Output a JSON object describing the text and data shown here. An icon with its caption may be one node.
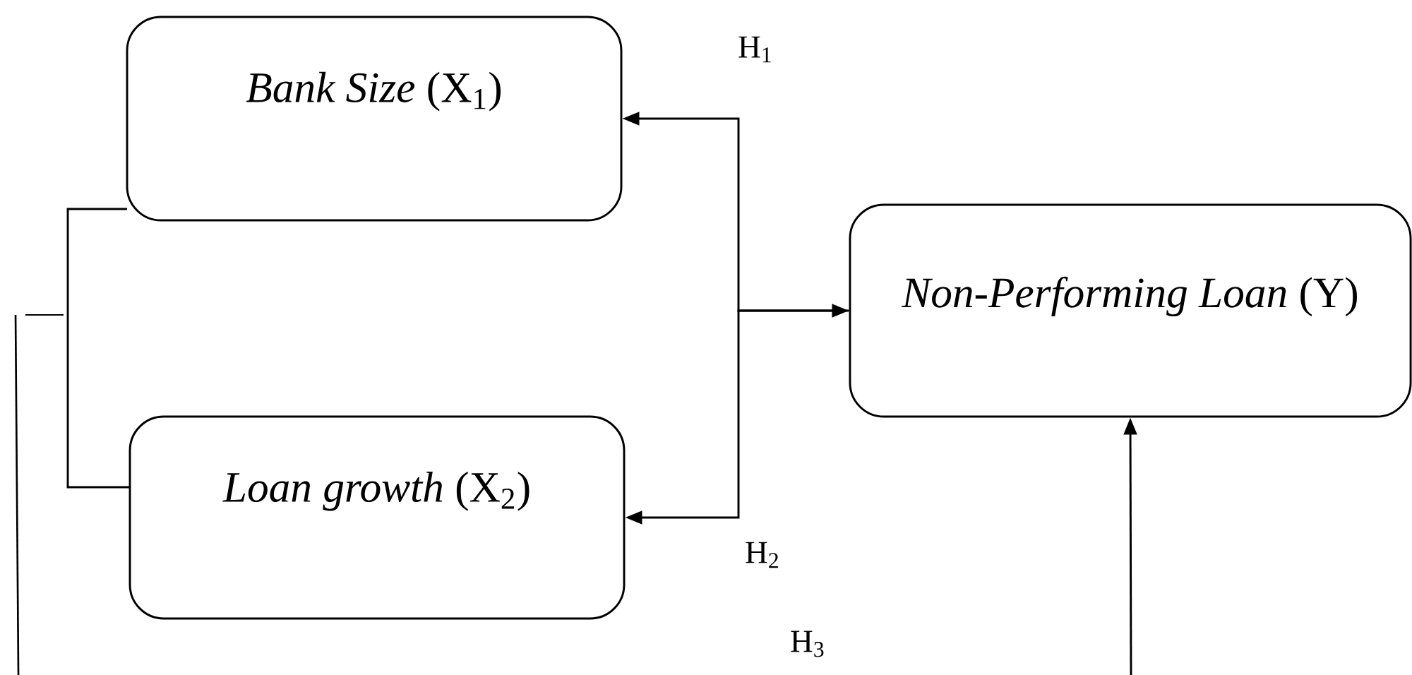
{
  "diagram": {
    "nodes": [
      {
        "text": [
          "*Bank Size* (X$_{1}$)"
        ]
      },
      {
        "text": [
          "*Loan growth* (X$_{2}$)"
        ]
      },
      {
        "text": [
          "*Non-Performing Loan* (Y)"
        ]
      }
    ],
    "edges": [
      {
        "from": 0,
        "to": 2,
        "arrow": "both",
        "label": "H$_{1}$"
      },
      {
        "from": 2,
        "to": 1,
        "arrow": "to",
        "label": "H$_{2}$"
      },
      {
        "from": 0,
        "to": 1,
        "arrow": "none"
      },
      {
        "from": null,
        "to": 2,
        "arrow": "to"
      }
    ],
    "labels": [
      "H$_{3}$"
    ]
  }
}
